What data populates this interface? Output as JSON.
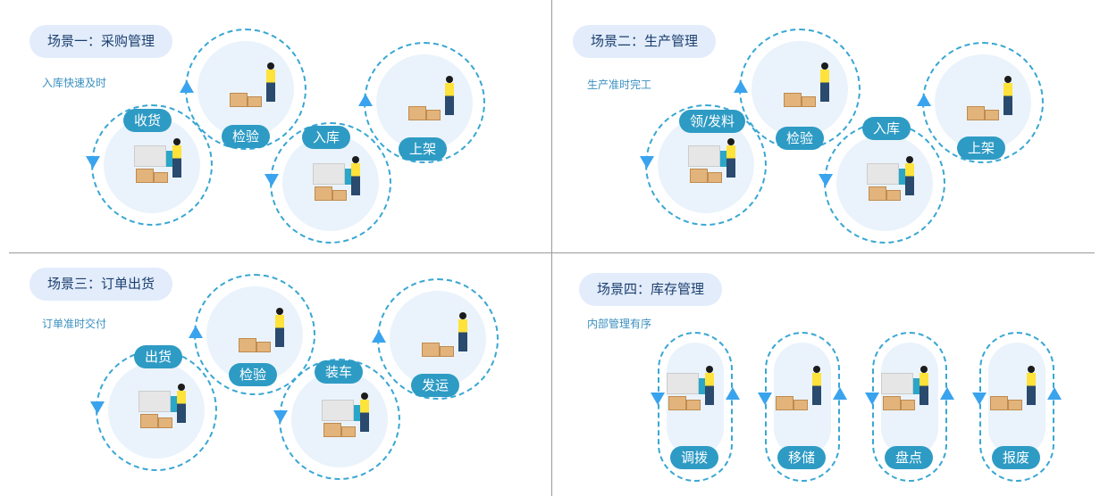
{
  "scenes": [
    {
      "title": "场景一：采购管理",
      "subtitle": "入库快速及时",
      "steps": [
        "收货",
        "检验",
        "入库",
        "上架"
      ]
    },
    {
      "title": "场景二：生产管理",
      "subtitle": "生产准时完工",
      "steps": [
        "领/发料",
        "检验",
        "入库",
        "上架"
      ]
    },
    {
      "title": "场景三：订单出货",
      "subtitle": "订单准时交付",
      "steps": [
        "出货",
        "检验",
        "装车",
        "发运"
      ]
    },
    {
      "title": "场景四：库存管理",
      "subtitle": "内部管理有序",
      "steps": [
        "调拨",
        "移储",
        "盘点",
        "报废"
      ]
    }
  ],
  "colors": {
    "accent": "#2e9bc4",
    "ring": "#39a7d3",
    "pill_bg": "#e2ecfb"
  }
}
